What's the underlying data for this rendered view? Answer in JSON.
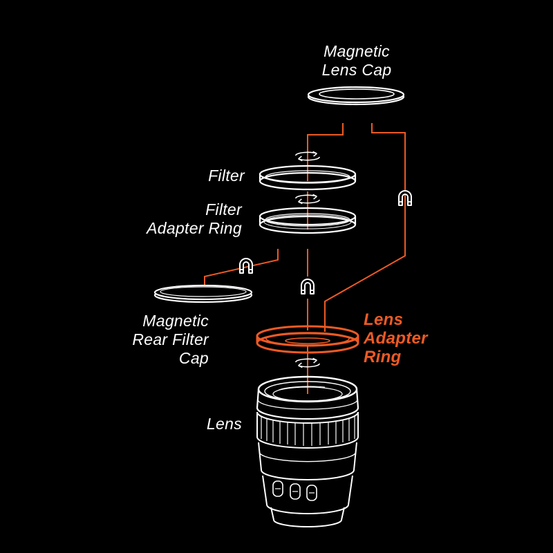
{
  "colors": {
    "background": "#000000",
    "line": "#ffffff",
    "accent": "#ee5a24"
  },
  "labels": {
    "magnetic_lens_cap": [
      "Magnetic",
      "Lens Cap"
    ],
    "filter": "Filter",
    "filter_adapter_ring": [
      "Filter",
      "Adapter Ring"
    ],
    "magnetic_rear_filter_cap": [
      "Magnetic",
      "Rear Filter",
      "Cap"
    ],
    "lens_adapter_ring": [
      "Lens",
      "Adapter",
      "Ring"
    ],
    "lens": "Lens"
  },
  "icons": {
    "magnet": "magnet-icon",
    "rotate": "rotate-arrows-icon"
  }
}
